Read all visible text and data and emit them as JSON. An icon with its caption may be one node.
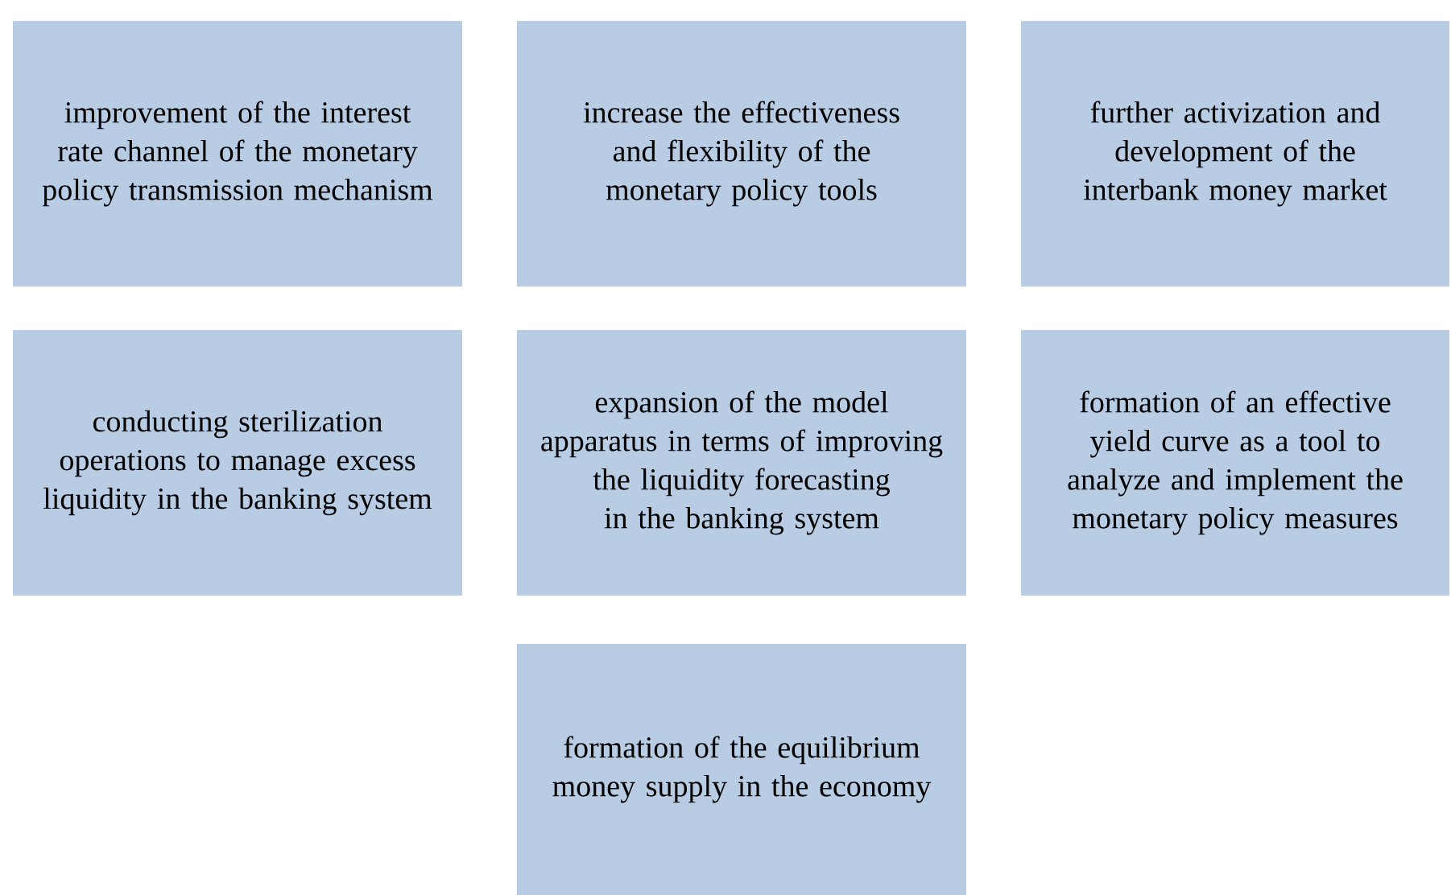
{
  "diagram": {
    "nodes": [
      {
        "text": [
          "improvement of the interest rate channel of the monetary policy transmission mechanism"
        ]
      },
      {
        "text": [
          "increase the effectiveness and flexibility of the monetary policy tools"
        ]
      },
      {
        "text": [
          "further activization and development of the interbank money market"
        ]
      },
      {
        "text": [
          "conducting sterilization operations to manage excess liquidity in the banking system"
        ]
      },
      {
        "text": [
          "expansion of the model apparatus in terms of improving the liquidity forecasting in the banking system"
        ]
      },
      {
        "text": [
          "formation of an effective yield curve as a tool to analyze and implement the monetary policy measures"
        ]
      },
      {
        "text": [
          "formation of the equilibrium money supply in the economy"
        ]
      }
    ]
  }
}
